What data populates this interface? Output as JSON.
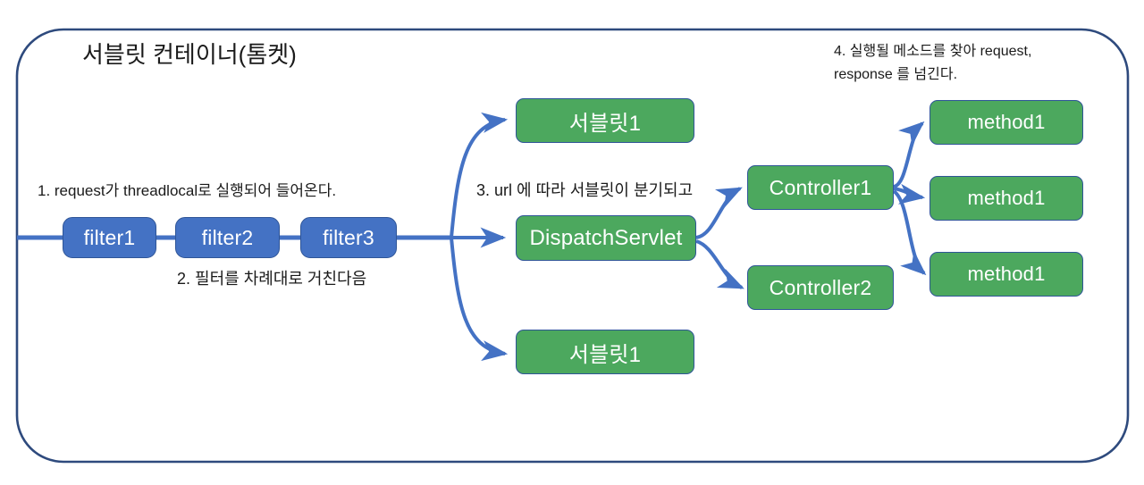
{
  "diagram": {
    "title": "서블릿 컨테이너(톰켓)",
    "container_name": "servlet-container-tomcat"
  },
  "annotations": {
    "step1": "1. request가 threadlocal로 실행되어 들어온다.",
    "step2": "2. 필터를 차례대로 거친다음",
    "step3": "3. url 에 따라 서블릿이 분기되고",
    "step4_line1": "4. 실행될 메소드를 찾아 request,",
    "step4_line2": "response 를 넘긴다."
  },
  "filters": [
    {
      "label": "filter1"
    },
    {
      "label": "filter2"
    },
    {
      "label": "filter3"
    }
  ],
  "servlets": [
    {
      "label": "서블릿1"
    },
    {
      "label": "DispatchServlet"
    },
    {
      "label": "서블릿1"
    }
  ],
  "controllers": [
    {
      "label": "Controller1"
    },
    {
      "label": "Controller2"
    }
  ],
  "methods": [
    {
      "label": "method1"
    },
    {
      "label": "method1"
    },
    {
      "label": "method1"
    }
  ],
  "colors": {
    "container_border": "#2E4A7D",
    "node_green": "#4CA85E",
    "node_blue": "#4472C4",
    "node_border": "#2F5597",
    "connector": "#4472C4",
    "text_dark": "#1a1a1a",
    "text_light": "#ffffff"
  }
}
